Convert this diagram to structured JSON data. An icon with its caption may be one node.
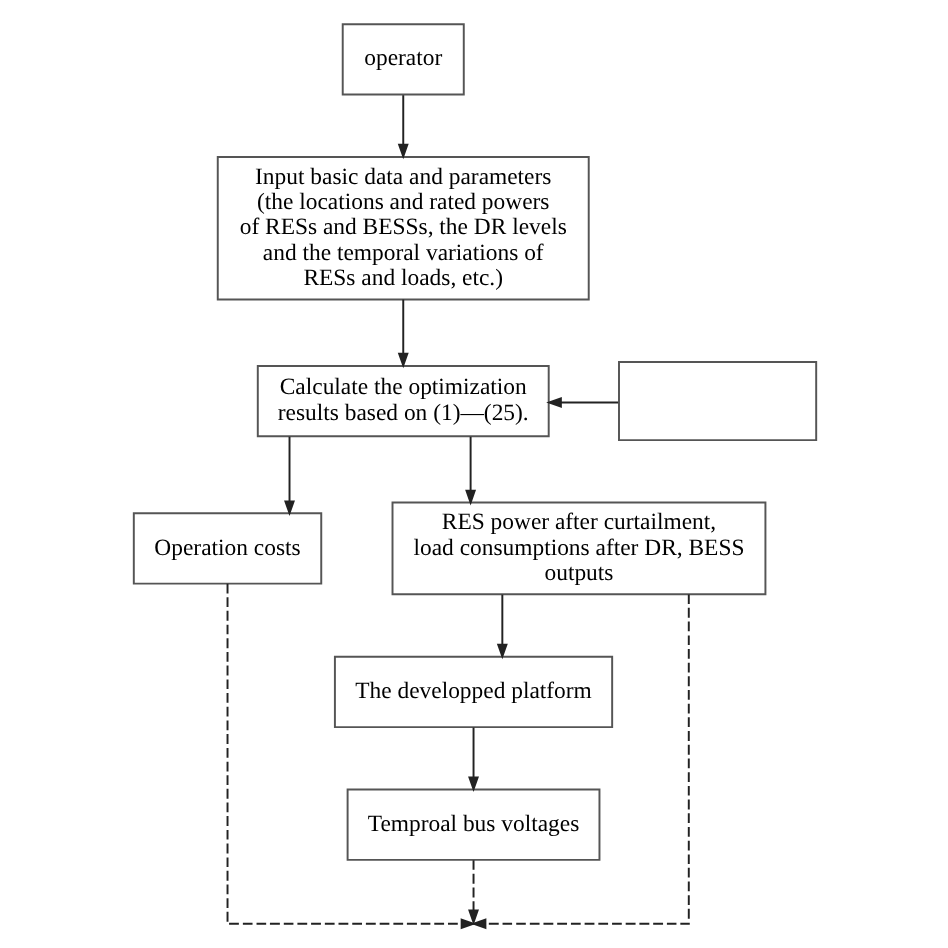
{
  "diagram": {
    "nodes": [
      {
        "text": [
          "operator"
        ]
      },
      {
        "text": [
          "Input basic data and parameters (the locations and rated powers of RESs and BESSs, the DR levels and the temporal variations of RESs and loads, etc.)"
        ]
      },
      {
        "text": [
          "Calculate the optimization results based on (1)—(25)."
        ]
      },
      {
        "text": [],
        "shape": "box"
      },
      {
        "text": [
          "Operation costs"
        ]
      },
      {
        "text": [
          "RES power after curtailment, load consumptions after DR, BESS outputs"
        ]
      },
      {
        "text": [
          "The developped platform"
        ]
      },
      {
        "text": [
          "Temproal bus voltages"
        ]
      }
    ],
    "edges": [
      {
        "from": 0,
        "to": 1,
        "arrow": "to"
      },
      {
        "from": 1,
        "to": 2,
        "arrow": "to"
      },
      {
        "from": 3,
        "to": 2,
        "arrow": "to"
      },
      {
        "from": 2,
        "to": 4,
        "arrow": "to"
      },
      {
        "from": 2,
        "to": 5,
        "arrow": "to"
      },
      {
        "from": 5,
        "to": 6,
        "arrow": "to"
      },
      {
        "from": 6,
        "to": 7,
        "arrow": "to"
      },
      {
        "from": 4,
        "to": null,
        "arrow": "to",
        "style": "dashed"
      },
      {
        "from": 5,
        "to": null,
        "arrow": "to",
        "style": "dashed"
      },
      {
        "from": 7,
        "to": null,
        "arrow": "to",
        "style": "dashed"
      }
    ]
  }
}
